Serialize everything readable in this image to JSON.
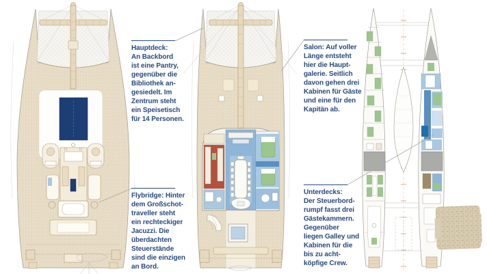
{
  "annotations": {
    "hauptdeck": {
      "text": "Hauptdeck:\nAn Backbord\nist eine Pantry,\ngegenüber die\nBibliothek an-\ngesiedelt. Im\nZentrum steht\nein Speisetisch\nfür 14 Personen."
    },
    "flybridge": {
      "text": "Flybridge: Hinter\ndem Großschot-\ntraveller steht\nein rechteckiger\nJacuzzi. Die\nüberdachten\nSteuerstände\nsind die einzigen\nan Bord."
    },
    "salon": {
      "text": "Salon: Auf voller\nLänge entsteht\nhier die Haupt-\ngalerie. Seitlich\ndavon gehen drei\nKabinen für Gäste\nund eine für den\nKapitän ab."
    },
    "unterdecks": {
      "text": "Unterdecks:\nDer Steuerbord-\nrumpf fasst drei\nGästekammern.\nGegenüber\nliegen Galley und\nKabinen für die\nbis zu acht-\nköpfige Crew."
    }
  },
  "colors": {
    "annotation_text": "#2a4a7c",
    "leader_line": "#a9a9a9",
    "teak": "#ece3d1",
    "teak_line": "#d3c2a0",
    "outline_tan": "#b49c74",
    "outline_gray": "#8e8e88",
    "skylight_navy": "#1d3e74",
    "salon_blue": "#8fb5d8",
    "light_blue": "#a9c9e2",
    "corridor_blue": "#5b8fc0",
    "deep_blue": "#1f6fa8",
    "pantry_red": "#b5503c",
    "furniture_green": "#9cc68e",
    "engine_gray": "#ababa9",
    "cream": "#f0e8d6",
    "platform_tan": "#d7cbb2",
    "tick_orange": "#d88c5a"
  }
}
